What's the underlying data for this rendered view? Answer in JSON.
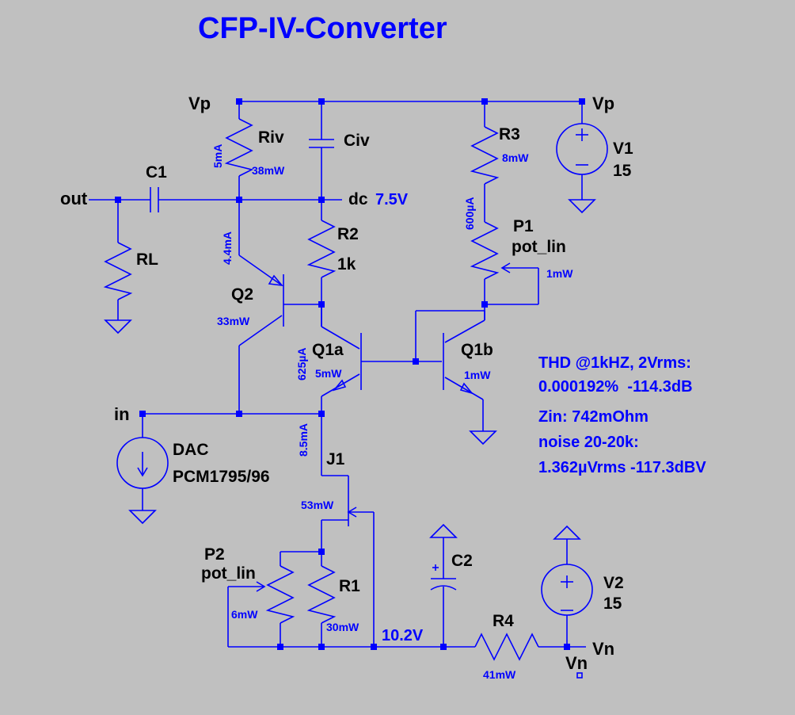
{
  "title": "CFP-IV-Converter",
  "nets": {
    "vp_left": "Vp",
    "vp_right": "Vp",
    "out": "out",
    "in": "in",
    "dc": "dc",
    "dc_voltage": "7.5V",
    "node_10v2": "10.2V",
    "vn_right": "Vn",
    "vn_bottom": "Vn"
  },
  "components": {
    "riv": {
      "name": "Riv",
      "power": "38mW",
      "current": "5mA"
    },
    "civ": {
      "name": "Civ"
    },
    "c1": {
      "name": "C1"
    },
    "rl": {
      "name": "RL"
    },
    "r2": {
      "name": "R2",
      "value": "1k"
    },
    "r3": {
      "name": "R3",
      "power": "8mW",
      "current": "600µA"
    },
    "p1": {
      "name": "P1",
      "model": "pot_lin",
      "power": "1mW"
    },
    "v1": {
      "name": "V1",
      "value": "15"
    },
    "q2": {
      "name": "Q2",
      "power": "33mW",
      "current": "4.4mA"
    },
    "q1a": {
      "name": "Q1a",
      "power": "5mW",
      "current": "625µA"
    },
    "q1b": {
      "name": "Q1b",
      "power": "1mW"
    },
    "dac": {
      "name": "DAC",
      "model": "PCM1795/96"
    },
    "j1": {
      "name": "J1",
      "power": "53mW",
      "current": "8.5mA"
    },
    "p2": {
      "name": "P2",
      "model": "pot_lin",
      "power": "6mW"
    },
    "r1": {
      "name": "R1",
      "power": "30mW"
    },
    "c2": {
      "name": "C2"
    },
    "r4": {
      "name": "R4",
      "power": "41mW"
    },
    "v2": {
      "name": "V2",
      "value": "15"
    }
  },
  "results": {
    "thd_label": "THD @1kHZ, 2Vrms:",
    "thd_value": "0.000192%  -114.3dB",
    "zin": "Zin: 742mOhm",
    "noise_label": "noise 20-20k:",
    "noise_value": "1.362µVrms -117.3dBV"
  },
  "colors": {
    "background": "#c0c0c0",
    "wire": "#0000ff",
    "label": "#000000"
  }
}
